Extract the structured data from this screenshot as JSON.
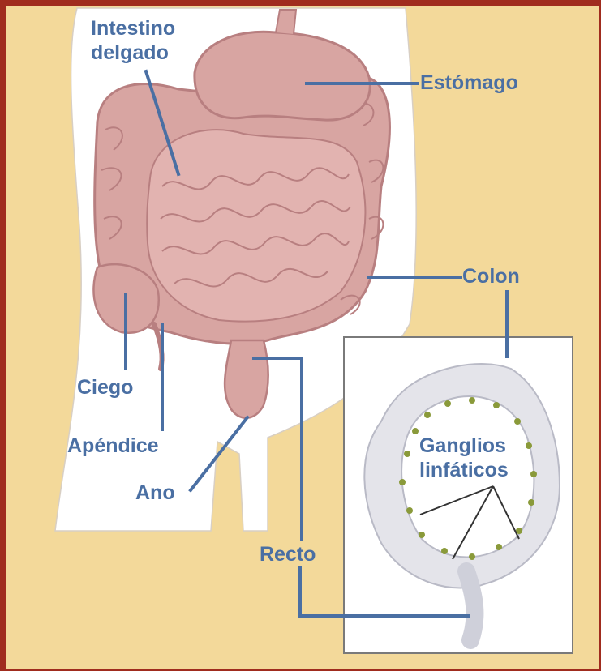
{
  "colors": {
    "background": "#f3d99a",
    "border": "#a02c1e",
    "label": "#4a6fa3",
    "leader_line": "#4a6fa3",
    "body_fill": "#ffffff",
    "intestine": "#d8a5a2",
    "intestine_shade": "#b87f80",
    "colon_inset": "#e4e4ea",
    "lymph_node": "#8a9a3a"
  },
  "labels": {
    "intestino_line1": "Intestino",
    "intestino_line2": "delgado",
    "estomago": "Estómago",
    "colon": "Colon",
    "ciego": "Ciego",
    "apendice": "Apéndice",
    "ano": "Ano",
    "recto": "Recto",
    "ganglios_line1": "Ganglios",
    "ganglios_line2": "linfáticos"
  }
}
